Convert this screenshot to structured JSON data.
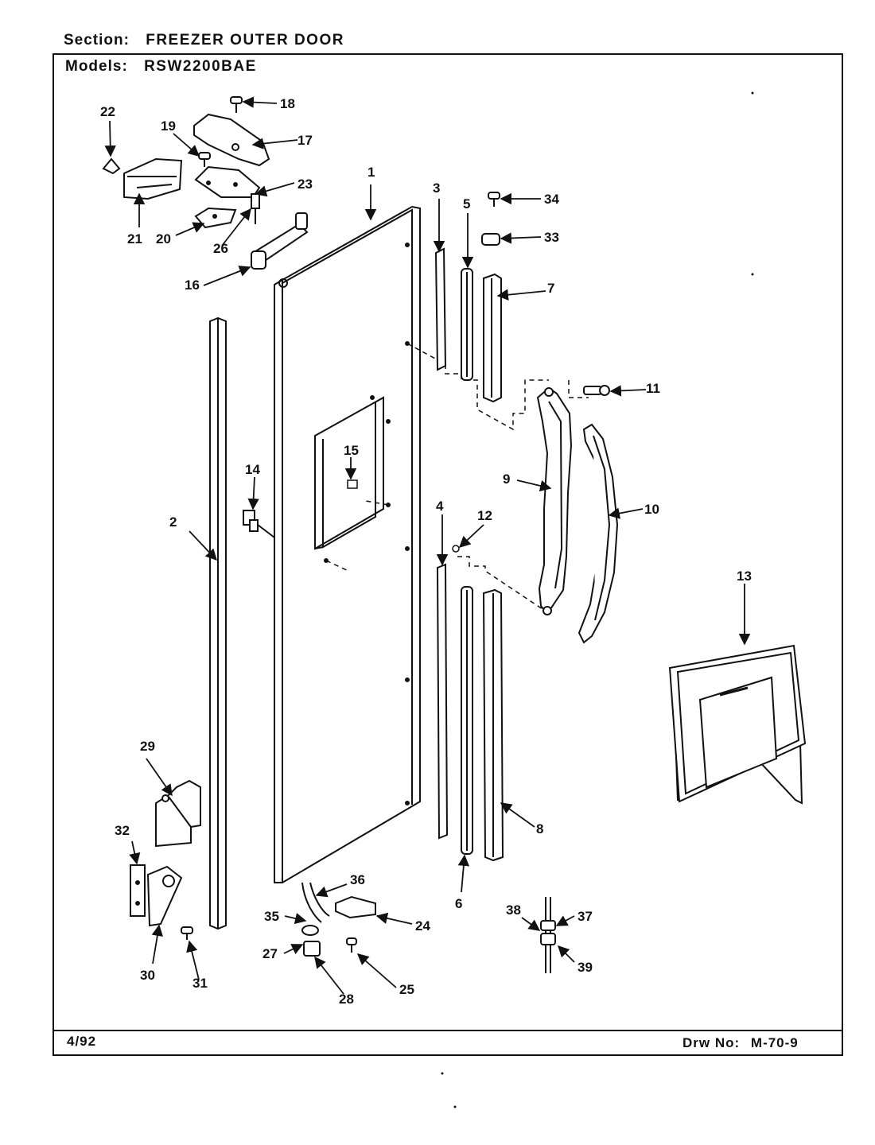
{
  "header": {
    "section_label": "Section:",
    "section_value": "FREEZER OUTER DOOR",
    "models_label": "Models:",
    "models_value": "RSW2200BAE"
  },
  "footer": {
    "date": "4/92",
    "drawing_label": "Drw No:",
    "drawing_number": "M-70-9"
  },
  "part_labels": {
    "p1": "1",
    "p2": "2",
    "p3": "3",
    "p4": "4",
    "p5": "5",
    "p6": "6",
    "p7": "7",
    "p8": "8",
    "p9": "9",
    "p10": "10",
    "p11": "11",
    "p12": "12",
    "p13": "13",
    "p14": "14",
    "p15": "15",
    "p16": "16",
    "p17": "17",
    "p18": "18",
    "p19": "19",
    "p20": "20",
    "p21": "21",
    "p22": "22",
    "p23": "23",
    "p24": "24",
    "p25": "25",
    "p26": "26",
    "p27": "27",
    "p28": "28",
    "p29": "29",
    "p30": "30",
    "p31": "31",
    "p32": "32",
    "p33": "33",
    "p34": "34",
    "p35": "35",
    "p36": "36",
    "p37": "37",
    "p38": "38",
    "p39": "39"
  }
}
